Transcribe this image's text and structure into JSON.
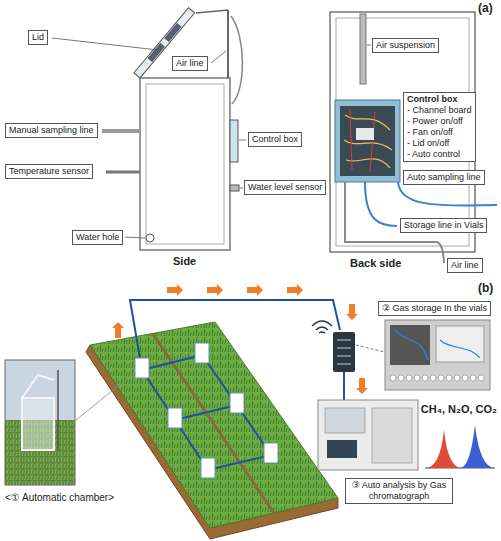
{
  "diagram": {
    "nodes": [
      {
        "text": [
          "Lid"
        ]
      },
      {
        "text": [
          "Air line"
        ]
      },
      {
        "text": [
          "Manual sampling line"
        ]
      },
      {
        "text": [
          "Control box"
        ]
      },
      {
        "text": [
          "Temperature sensor"
        ]
      },
      {
        "text": [
          "Water level sensor"
        ]
      },
      {
        "text": [
          "Water hole"
        ]
      },
      {
        "text": [
          "Air suspension"
        ]
      },
      {
        "text": [
          "Control box",
          "- Channel board",
          "- Power on/off",
          "- Fan on/off",
          "- Lid on/off",
          "- Auto control"
        ]
      },
      {
        "text": [
          "Auto sampling line"
        ]
      },
      {
        "text": [
          "Storage line in Vials"
        ]
      },
      {
        "text": [
          "Air line"
        ]
      },
      {
        "text": [
          "② Gas storage In the vials"
        ]
      },
      {
        "text": [
          "③ Auto analysis by Gas chromatograph"
        ]
      }
    ],
    "labels": [
      "(a)",
      "Side",
      "Back side",
      "(b)",
      "<① Automatic chamber>",
      "CH₄, N₂O, CO₂"
    ]
  }
}
